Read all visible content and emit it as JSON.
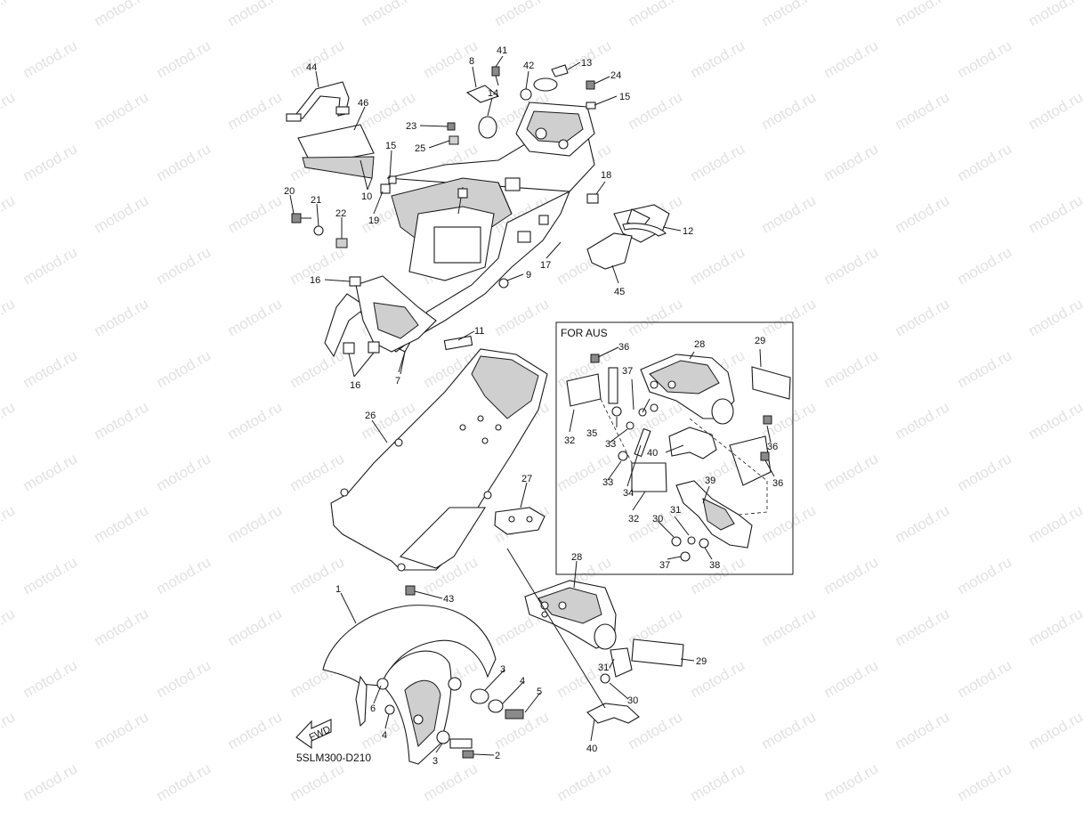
{
  "diagram": {
    "code_label": "5SLM300-D210",
    "watermark_text": "motod.ru",
    "fwd_label": "FWD",
    "for_aus_title": "FOR AUS",
    "callouts": [
      {
        "id": "c44",
        "label": "44"
      },
      {
        "id": "c46",
        "label": "46"
      },
      {
        "id": "c10",
        "label": "10"
      },
      {
        "id": "c20",
        "label": "20"
      },
      {
        "id": "c21",
        "label": "21"
      },
      {
        "id": "c22",
        "label": "22"
      },
      {
        "id": "c19",
        "label": "19"
      },
      {
        "id": "c15a",
        "label": "15"
      },
      {
        "id": "c23",
        "label": "23"
      },
      {
        "id": "c25",
        "label": "25"
      },
      {
        "id": "c8",
        "label": "8"
      },
      {
        "id": "c41",
        "label": "41"
      },
      {
        "id": "c14",
        "label": "14"
      },
      {
        "id": "c42",
        "label": "42"
      },
      {
        "id": "c13",
        "label": "13"
      },
      {
        "id": "c24",
        "label": "24"
      },
      {
        "id": "c15b",
        "label": "15"
      },
      {
        "id": "c18",
        "label": "18"
      },
      {
        "id": "c12",
        "label": "12"
      },
      {
        "id": "c45",
        "label": "45"
      },
      {
        "id": "c17",
        "label": "17"
      },
      {
        "id": "c9",
        "label": "9"
      },
      {
        "id": "c16a",
        "label": "16"
      },
      {
        "id": "c16b",
        "label": "16"
      },
      {
        "id": "c7",
        "label": "7"
      },
      {
        "id": "c11",
        "label": "11"
      },
      {
        "id": "c26",
        "label": "26"
      },
      {
        "id": "c27",
        "label": "27"
      },
      {
        "id": "c43",
        "label": "43"
      },
      {
        "id": "c1",
        "label": "1"
      },
      {
        "id": "c3a",
        "label": "3"
      },
      {
        "id": "c4a",
        "label": "4"
      },
      {
        "id": "c5",
        "label": "5"
      },
      {
        "id": "c6",
        "label": "6"
      },
      {
        "id": "c4b",
        "label": "4"
      },
      {
        "id": "c3b",
        "label": "3"
      },
      {
        "id": "c2",
        "label": "2"
      },
      {
        "id": "c28b",
        "label": "28"
      },
      {
        "id": "c29b",
        "label": "29"
      },
      {
        "id": "c31b",
        "label": "31"
      },
      {
        "id": "c30b",
        "label": "30"
      },
      {
        "id": "c40b",
        "label": "40"
      },
      {
        "id": "a36a",
        "label": "36"
      },
      {
        "id": "a28",
        "label": "28"
      },
      {
        "id": "a29",
        "label": "29"
      },
      {
        "id": "a37a",
        "label": "37"
      },
      {
        "id": "a32a",
        "label": "32"
      },
      {
        "id": "a35",
        "label": "35"
      },
      {
        "id": "a33a",
        "label": "33"
      },
      {
        "id": "a36b",
        "label": "36"
      },
      {
        "id": "a40",
        "label": "40"
      },
      {
        "id": "a33b",
        "label": "33"
      },
      {
        "id": "a34",
        "label": "34"
      },
      {
        "id": "a36c",
        "label": "36"
      },
      {
        "id": "a39",
        "label": "39"
      },
      {
        "id": "a32b",
        "label": "32"
      },
      {
        "id": "a30",
        "label": "30"
      },
      {
        "id": "a31",
        "label": "31"
      },
      {
        "id": "a37b",
        "label": "37"
      },
      {
        "id": "a38",
        "label": "38"
      }
    ]
  }
}
